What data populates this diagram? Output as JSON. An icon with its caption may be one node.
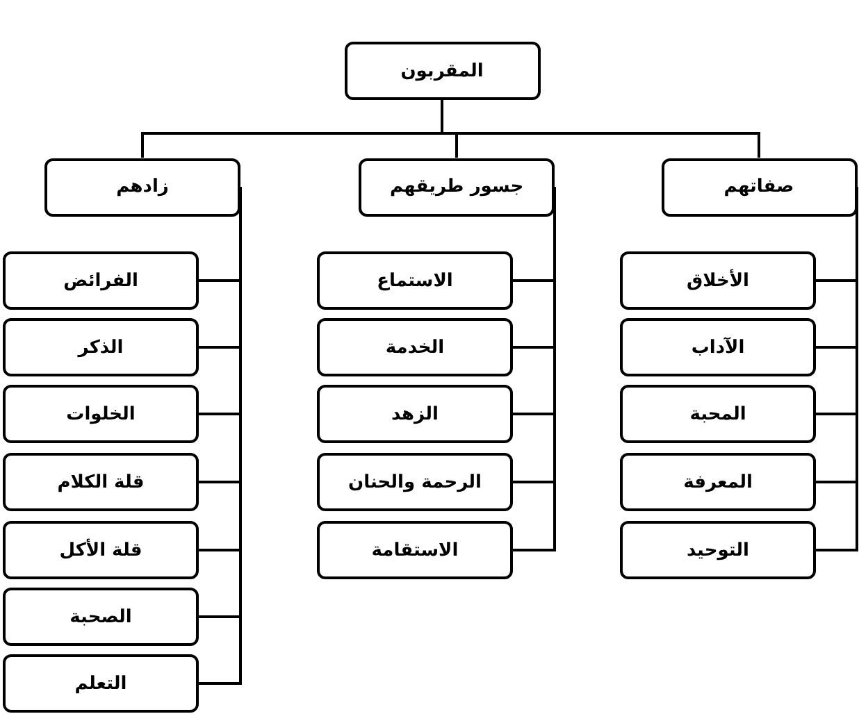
{
  "diagram": {
    "nodes": [
      {
        "text": [
          "المقربون"
        ]
      },
      {
        "text": [
          "صفاتهم"
        ]
      },
      {
        "text": [
          "جسور طريقهم"
        ]
      },
      {
        "text": [
          "زادهم"
        ]
      },
      {
        "text": [
          "الأخلاق"
        ]
      },
      {
        "text": [
          "الآداب"
        ]
      },
      {
        "text": [
          "المحبة"
        ]
      },
      {
        "text": [
          "المعرفة"
        ]
      },
      {
        "text": [
          "التوحيد"
        ]
      },
      {
        "text": [
          "الاستماع"
        ]
      },
      {
        "text": [
          "الخدمة"
        ]
      },
      {
        "text": [
          "الزهد"
        ]
      },
      {
        "text": [
          "الرحمة والحنان"
        ]
      },
      {
        "text": [
          "الاستقامة"
        ]
      },
      {
        "text": [
          "الفرائض"
        ]
      },
      {
        "text": [
          "الذكر"
        ]
      },
      {
        "text": [
          "الخلوات"
        ]
      },
      {
        "text": [
          "قلة الكلام"
        ]
      },
      {
        "text": [
          "قلة الأكل"
        ]
      },
      {
        "text": [
          "الصحبة"
        ]
      },
      {
        "text": [
          "التعلم"
        ]
      }
    ],
    "edges": [
      {
        "from": 0,
        "to": 1,
        "arrow": "none"
      },
      {
        "from": 0,
        "to": 2,
        "arrow": "none"
      },
      {
        "from": 0,
        "to": 3,
        "arrow": "none"
      },
      {
        "from": 1,
        "to": 4,
        "arrow": "none"
      },
      {
        "from": 1,
        "to": 5,
        "arrow": "none"
      },
      {
        "from": 1,
        "to": 6,
        "arrow": "none"
      },
      {
        "from": 1,
        "to": 7,
        "arrow": "none"
      },
      {
        "from": 1,
        "to": 8,
        "arrow": "none"
      },
      {
        "from": 2,
        "to": 9,
        "arrow": "none"
      },
      {
        "from": 2,
        "to": 10,
        "arrow": "none"
      },
      {
        "from": 2,
        "to": 11,
        "arrow": "none"
      },
      {
        "from": 2,
        "to": 12,
        "arrow": "none"
      },
      {
        "from": 2,
        "to": 13,
        "arrow": "none"
      },
      {
        "from": 3,
        "to": 14,
        "arrow": "none"
      },
      {
        "from": 3,
        "to": 15,
        "arrow": "none"
      },
      {
        "from": 3,
        "to": 16,
        "arrow": "none"
      },
      {
        "from": 3,
        "to": 17,
        "arrow": "none"
      },
      {
        "from": 3,
        "to": 18,
        "arrow": "none"
      },
      {
        "from": 3,
        "to": 19,
        "arrow": "none"
      },
      {
        "from": 3,
        "to": 20,
        "arrow": "none"
      }
    ]
  }
}
